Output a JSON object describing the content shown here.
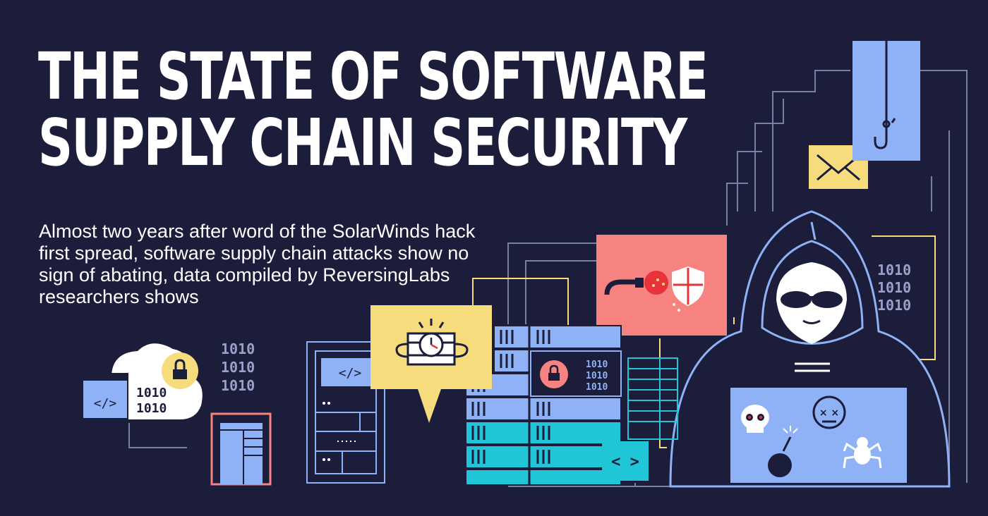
{
  "title": {
    "line1": "THE STATE OF SOFTWARE",
    "line2": "SUPPLY CHAIN SECURITY"
  },
  "subtitle": "Almost two years after word of the SolarWinds hack first spread, software supply chain attacks show no sign of abating, data compiled by ReversingLabs researchers shows",
  "illustration": {
    "binary_row": "1010",
    "code_tag": "</>",
    "angle_brackets": "< >",
    "icons": [
      "cloud-icon",
      "padlock-icon",
      "code-window-icon",
      "server-rack-icon",
      "time-bomb-icon",
      "envelope-icon",
      "fish-hook-icon",
      "plug-icon",
      "shield-icon",
      "hacker-icon",
      "skull-icon",
      "dizzy-face-icon",
      "bomb-icon",
      "spider-bug-icon"
    ]
  },
  "colors": {
    "background": "#1b1d3a",
    "light_blue": "#8eb2f5",
    "cyan": "#20c5d8",
    "yellow": "#f7dc7e",
    "salmon": "#f6837f",
    "red": "#e8333c",
    "white": "#ffffff"
  }
}
